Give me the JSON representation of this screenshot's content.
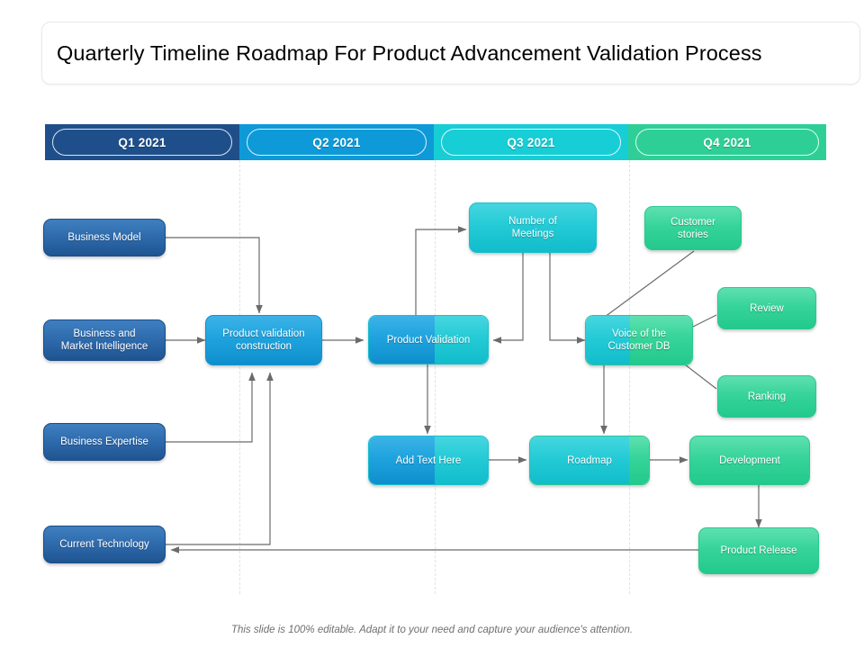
{
  "slide": {
    "title": "Quarterly Timeline Roadmap For Product Advancement Validation Process",
    "footer_note": "This slide is 100% editable. Adapt it to your need and capture your audience's attention."
  },
  "timeline": {
    "quarters": [
      {
        "label": "Q1 2021",
        "color": "#1f4f8b"
      },
      {
        "label": "Q2 2021",
        "color": "#0e9ad8"
      },
      {
        "label": "Q3 2021",
        "color": "#17cdd6"
      },
      {
        "label": "Q4 2021",
        "color": "#2ecf96"
      }
    ]
  },
  "nodes": {
    "business_model": "Business Model",
    "business_market_intelligence": "Business and\nMarket Intelligence",
    "business_expertise": "Business Expertise",
    "current_technology": "Current  Technology",
    "product_validation_construction": "Product validation\nconstruction",
    "number_of_meetings": "Number  of\nMeetings",
    "product_validation": "Product Validation",
    "voice_of_customer_db": "Voice of the\nCustomer DB",
    "customer_stories": "Customer\nstories",
    "review": "Review",
    "ranking": "Ranking",
    "add_text_here": "Add Text Here",
    "roadmap": "Roadmap",
    "development": "Development",
    "product_release": "Product Release"
  },
  "palette": {
    "dark_blue": "#1f5491",
    "blue": "#0e8fcd",
    "teal": "#12bccb",
    "green": "#23c98c",
    "connector": "#6b6b6b",
    "guide": "#e2e2e2",
    "title_text": "#000000",
    "footer_text": "#6f6f6f"
  }
}
